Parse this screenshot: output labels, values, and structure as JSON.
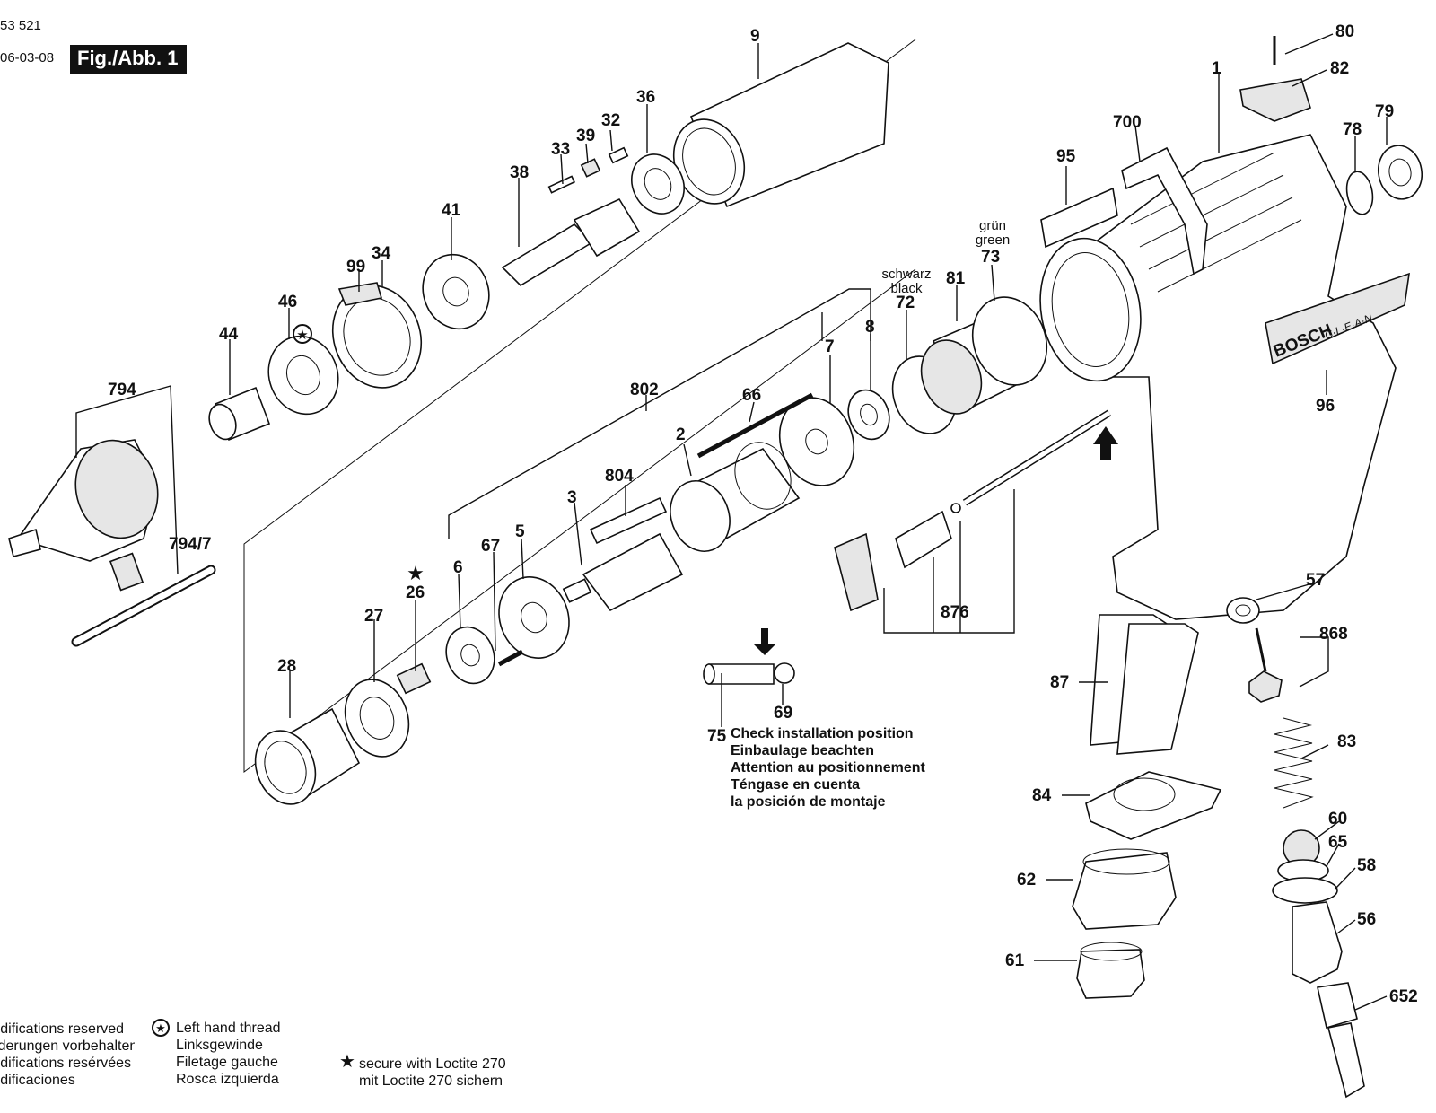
{
  "header": {
    "doc_number": "53 521",
    "doc_date": "06-03-08",
    "figure_label": "Fig./Abb. 1"
  },
  "callouts": {
    "p9": "9",
    "p80": "80",
    "p82": "82",
    "p1": "1",
    "p79": "79",
    "p78": "78",
    "p700": "700",
    "p36": "36",
    "p32": "32",
    "p39": "39",
    "p33": "33",
    "p38": "38",
    "p95": "95",
    "p41": "41",
    "p99": "99",
    "p34": "34",
    "p46": "46",
    "p44": "44",
    "p794": "794",
    "p794_7": "794/7",
    "p73": "73",
    "p72": "72",
    "p81": "81",
    "p8": "8",
    "p7": "7",
    "p802": "802",
    "p66": "66",
    "p2": "2",
    "p804": "804",
    "p3": "3",
    "p5": "5",
    "p67": "67",
    "p6": "6",
    "p26": "26",
    "p27": "27",
    "p28": "28",
    "p876": "876",
    "p96": "96",
    "p57": "57",
    "p868": "868",
    "p87": "87",
    "p83": "83",
    "p84": "84",
    "p60": "60",
    "p65": "65",
    "p58": "58",
    "p62": "62",
    "p56": "56",
    "p61": "61",
    "p652": "652",
    "p75": "75",
    "p69": "69"
  },
  "color_labels": {
    "green_de": "grün",
    "green_en": "green",
    "black_de": "schwarz",
    "black_en": "black"
  },
  "brand": {
    "logo_text": "BOSCH",
    "product_text": "C·L·E·A·N"
  },
  "install_note": {
    "lines": [
      "Check installation position",
      "Einbaulage beachten",
      "Attention au positionnement",
      "Téngase en cuenta",
      "la posición de montaje"
    ]
  },
  "rights_note": {
    "lines": [
      "Modifications reserved",
      "Änderungen vorbehalten",
      "Modifications resérvées",
      "Modificaciones"
    ]
  },
  "left_hand_note": {
    "lines": [
      "Left hand thread",
      "Linksgewinde",
      "Filetage gauche",
      "Rosca izquierda"
    ]
  },
  "loctite_note": {
    "lines": [
      "secure with Loctite 270",
      "mit Loctite 270 sichern"
    ]
  },
  "icons": {
    "left_hand_thread": "star-in-circle-icon",
    "loctite": "star-icon",
    "direction_arrow": "arrow-icon"
  }
}
